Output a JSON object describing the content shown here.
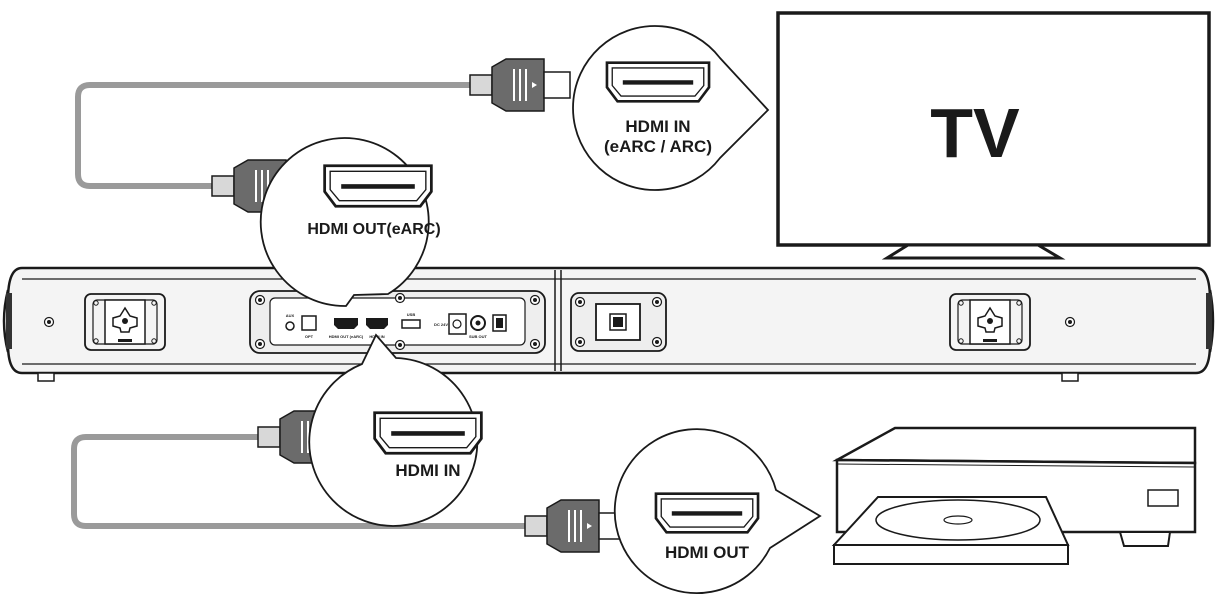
{
  "tv": {
    "label": "TV"
  },
  "callouts": {
    "tv_port": {
      "line1": "HDMI IN",
      "line2": "(eARC / ARC)"
    },
    "soundbar_out": {
      "label": "HDMI OUT(eARC)"
    },
    "soundbar_in": {
      "label": "HDMI IN"
    },
    "player_port": {
      "label": "HDMI OUT"
    }
  },
  "ports": {
    "aux": "AUX",
    "opt": "OPT",
    "hdmi_out": "HDMI OUT (eARC)",
    "hdmi_in": "HDMI IN",
    "usb": "USB",
    "dc": "DC 24V",
    "sub_out": "SUB OUT"
  },
  "colors": {
    "outline": "#1a1a1a",
    "cable": "#9a9a9a",
    "plug": "#666666",
    "bar_fill": "#f4f4f4"
  }
}
